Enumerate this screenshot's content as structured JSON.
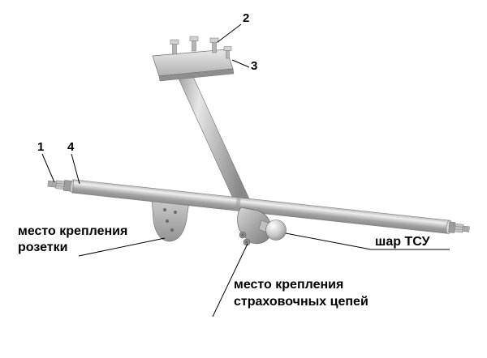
{
  "diagram": {
    "callouts": {
      "n1": "1",
      "n2": "2",
      "n3": "3",
      "n4": "4"
    },
    "annotations": {
      "socket_mount": {
        "line1": "место крепления",
        "line2": "розетки"
      },
      "tow_ball": "шар ТСУ",
      "chains_mount": {
        "line1": "место крепления",
        "line2": "страховочных цепей"
      }
    },
    "colors": {
      "background": "#ffffff",
      "line": "#000000",
      "metal_light": "#e9e9e9",
      "metal_mid": "#b5b5b5",
      "metal_dark": "#8c8c8c"
    }
  }
}
